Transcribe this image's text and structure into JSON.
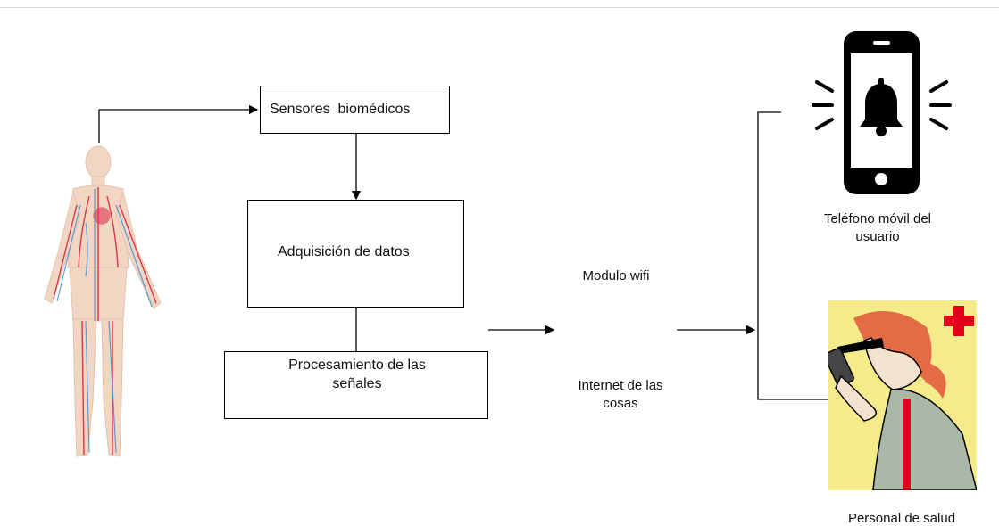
{
  "diagram": {
    "sensors_label": "Sensores  biomédicos",
    "acquisition_label": "Adquisición de datos",
    "processing_label": "Procesamiento de las señales",
    "wifi_label": "Modulo wifi",
    "iot_label": "Internet de las cosas",
    "phone_label": "Teléfono móvil del usuario",
    "health_staff_label": "Personal de salud"
  },
  "colors": {
    "artery": "#d7263d",
    "vein": "#3d8fd6",
    "skin": "#f2d6c4",
    "phone": "#000000",
    "doctor_bg": "#f6eb8a",
    "red_cross": "#e3001b"
  },
  "icons": [
    "human-body-illustration",
    "phone-bell-icon",
    "health-worker-illustration",
    "red-cross-icon"
  ]
}
